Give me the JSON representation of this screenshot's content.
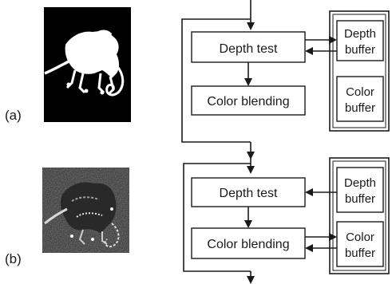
{
  "panels": [
    {
      "label": "(a)",
      "depth_test": "Depth test",
      "color_blending": "Color blending",
      "buffer_top": [
        "Depth",
        "buffer"
      ],
      "buffer_bottom": [
        "Color",
        "buffer"
      ]
    },
    {
      "label": "(b)",
      "depth_test": "Depth test",
      "color_blending": "Color blending",
      "buffer_top": [
        "Depth",
        "buffer"
      ],
      "buffer_bottom": [
        "Color",
        "buffer"
      ]
    }
  ],
  "colors": {
    "ink": "#1a1a1a",
    "image_background": "#000000",
    "silhouette": "#ffffff"
  }
}
